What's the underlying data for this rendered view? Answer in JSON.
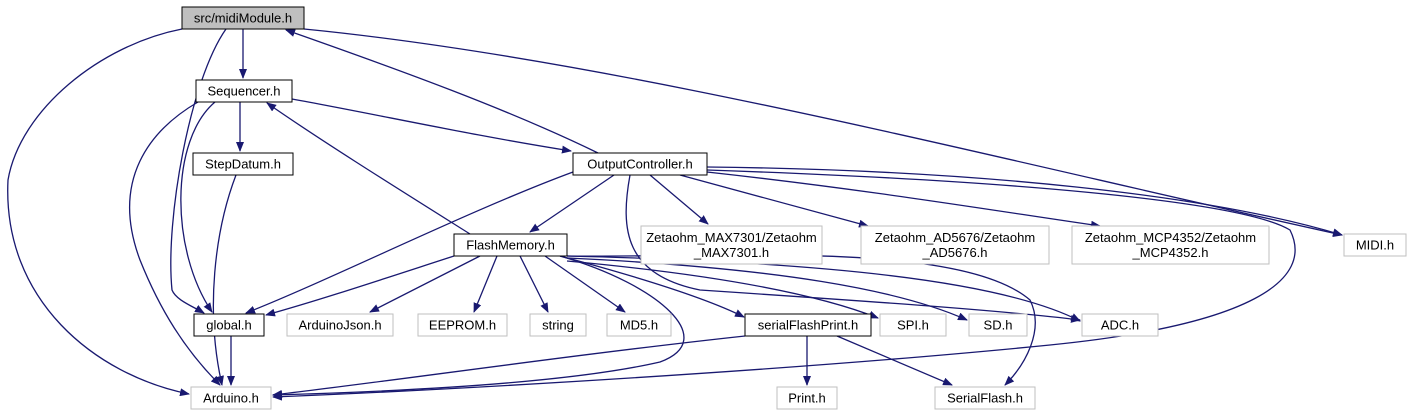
{
  "nodes": [
    {
      "id": "midiModule",
      "lines": [
        "src/midiModule.h"
      ],
      "style": "root"
    },
    {
      "id": "Sequencer",
      "lines": [
        "Sequencer.h"
      ],
      "style": "file"
    },
    {
      "id": "StepDatum",
      "lines": [
        "StepDatum.h"
      ],
      "style": "file"
    },
    {
      "id": "OutputController",
      "lines": [
        "OutputController.h"
      ],
      "style": "file"
    },
    {
      "id": "FlashMemory",
      "lines": [
        "FlashMemory.h"
      ],
      "style": "file"
    },
    {
      "id": "MAX7301",
      "lines": [
        "Zetaohm_MAX7301/Zetaohm",
        "_MAX7301.h"
      ],
      "style": "external"
    },
    {
      "id": "AD5676",
      "lines": [
        "Zetaohm_AD5676/Zetaohm",
        "_AD5676.h"
      ],
      "style": "external"
    },
    {
      "id": "MCP4352",
      "lines": [
        "Zetaohm_MCP4352/Zetaohm",
        "_MCP4352.h"
      ],
      "style": "external"
    },
    {
      "id": "MIDI",
      "lines": [
        "MIDI.h"
      ],
      "style": "external"
    },
    {
      "id": "global",
      "lines": [
        "global.h"
      ],
      "style": "file"
    },
    {
      "id": "ArduinoJson",
      "lines": [
        "ArduinoJson.h"
      ],
      "style": "external"
    },
    {
      "id": "EEPROM",
      "lines": [
        "EEPROM.h"
      ],
      "style": "external"
    },
    {
      "id": "string",
      "lines": [
        "string"
      ],
      "style": "external"
    },
    {
      "id": "MD5",
      "lines": [
        "MD5.h"
      ],
      "style": "external"
    },
    {
      "id": "serialFlashPrint",
      "lines": [
        "serialFlashPrint.h"
      ],
      "style": "file"
    },
    {
      "id": "SPI",
      "lines": [
        "SPI.h"
      ],
      "style": "external"
    },
    {
      "id": "SD",
      "lines": [
        "SD.h"
      ],
      "style": "external"
    },
    {
      "id": "ADC",
      "lines": [
        "ADC.h"
      ],
      "style": "external"
    },
    {
      "id": "Arduino",
      "lines": [
        "Arduino.h"
      ],
      "style": "external"
    },
    {
      "id": "Print",
      "lines": [
        "Print.h"
      ],
      "style": "external"
    },
    {
      "id": "SerialFlash",
      "lines": [
        "SerialFlash.h"
      ],
      "style": "external"
    }
  ],
  "edges": [
    {
      "from": "midiModule",
      "to": "Sequencer"
    },
    {
      "from": "midiModule",
      "to": "global"
    },
    {
      "from": "midiModule",
      "to": "Arduino"
    },
    {
      "from": "midiModule",
      "to": "MIDI"
    },
    {
      "from": "OutputController",
      "to": "midiModule"
    },
    {
      "from": "Sequencer",
      "to": "StepDatum"
    },
    {
      "from": "Sequencer",
      "to": "OutputController"
    },
    {
      "from": "Sequencer",
      "to": "global"
    },
    {
      "from": "Sequencer",
      "to": "Arduino"
    },
    {
      "from": "StepDatum",
      "to": "Arduino"
    },
    {
      "from": "FlashMemory",
      "to": "Sequencer"
    },
    {
      "from": "OutputController",
      "to": "FlashMemory"
    },
    {
      "from": "OutputController",
      "to": "global"
    },
    {
      "from": "OutputController",
      "to": "MAX7301"
    },
    {
      "from": "OutputController",
      "to": "AD5676"
    },
    {
      "from": "OutputController",
      "to": "MCP4352"
    },
    {
      "from": "OutputController",
      "to": "MIDI"
    },
    {
      "from": "OutputController",
      "to": "Arduino"
    },
    {
      "from": "OutputController",
      "to": "ADC"
    },
    {
      "from": "FlashMemory",
      "to": "global"
    },
    {
      "from": "FlashMemory",
      "to": "ArduinoJson"
    },
    {
      "from": "FlashMemory",
      "to": "EEPROM"
    },
    {
      "from": "FlashMemory",
      "to": "string"
    },
    {
      "from": "FlashMemory",
      "to": "MD5"
    },
    {
      "from": "FlashMemory",
      "to": "serialFlashPrint"
    },
    {
      "from": "FlashMemory",
      "to": "SPI"
    },
    {
      "from": "FlashMemory",
      "to": "SD"
    },
    {
      "from": "FlashMemory",
      "to": "ADC"
    },
    {
      "from": "FlashMemory",
      "to": "Arduino"
    },
    {
      "from": "FlashMemory",
      "to": "SerialFlash"
    },
    {
      "from": "global",
      "to": "Arduino"
    },
    {
      "from": "serialFlashPrint",
      "to": "Arduino"
    },
    {
      "from": "serialFlashPrint",
      "to": "Print"
    },
    {
      "from": "serialFlashPrint",
      "to": "SerialFlash"
    }
  ],
  "colors": {
    "edge": "#191970",
    "file_border": "#000000",
    "external_border": "#bfbfbf",
    "root_fill": "#bfbfbf",
    "fill": "#ffffff",
    "text": "#000000"
  }
}
